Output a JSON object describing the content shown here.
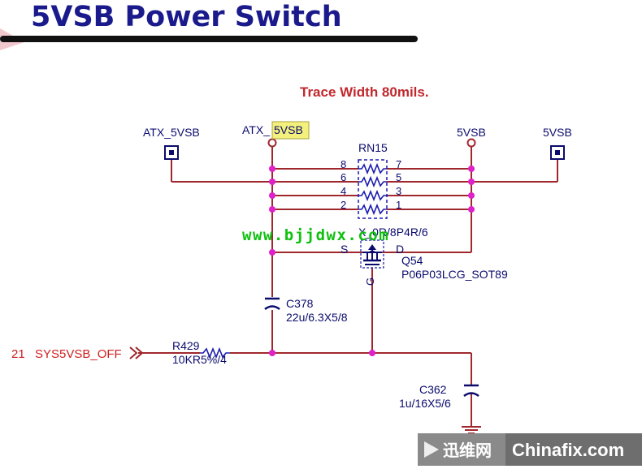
{
  "title": "5VSB Power Switch",
  "trace_note": "Trace Width 80mils.",
  "nets": {
    "atx_5vsb_port": "ATX_5VSB",
    "atx_label_prefix": "ATX_",
    "atx_label_highlight": "5VSB",
    "vsb_rail": "5VSB",
    "vsb_port": "5VSB"
  },
  "rn15": {
    "ref": "RN15",
    "value": "X_0R/8P4R/6",
    "pins_left": [
      "8",
      "6",
      "4",
      "2"
    ],
    "pins_right": [
      "7",
      "5",
      "3",
      "1"
    ]
  },
  "q54": {
    "ref": "Q54",
    "part": "P06P03LCG_SOT89",
    "pin_s": "S",
    "pin_d": "D",
    "pin_g": "G"
  },
  "c378": {
    "ref": "C378",
    "value": "22u/6.3X5/8"
  },
  "c362": {
    "ref": "C362",
    "value": "1u/16X5/6"
  },
  "r429": {
    "ref": "R429",
    "value": "10KR5%/4"
  },
  "offpage": {
    "sheet": "21",
    "net": "SYS5VSB_OFF"
  },
  "watermark": "www.bjjdwx.com",
  "footer": {
    "brand_cn": "迅维网",
    "brand_en": "Chinafix.com"
  },
  "colors": {
    "wire": "#a0282d",
    "junction": "#e020c8",
    "label": "#0b0b6e",
    "title": "#1a1a8c",
    "note": "#c0282d",
    "offpage": "#d02020",
    "rn": "#1a1ab0",
    "highlight": "#f3f07c",
    "watermark": "#10c010",
    "footer_bg": "#7c7c7c"
  }
}
